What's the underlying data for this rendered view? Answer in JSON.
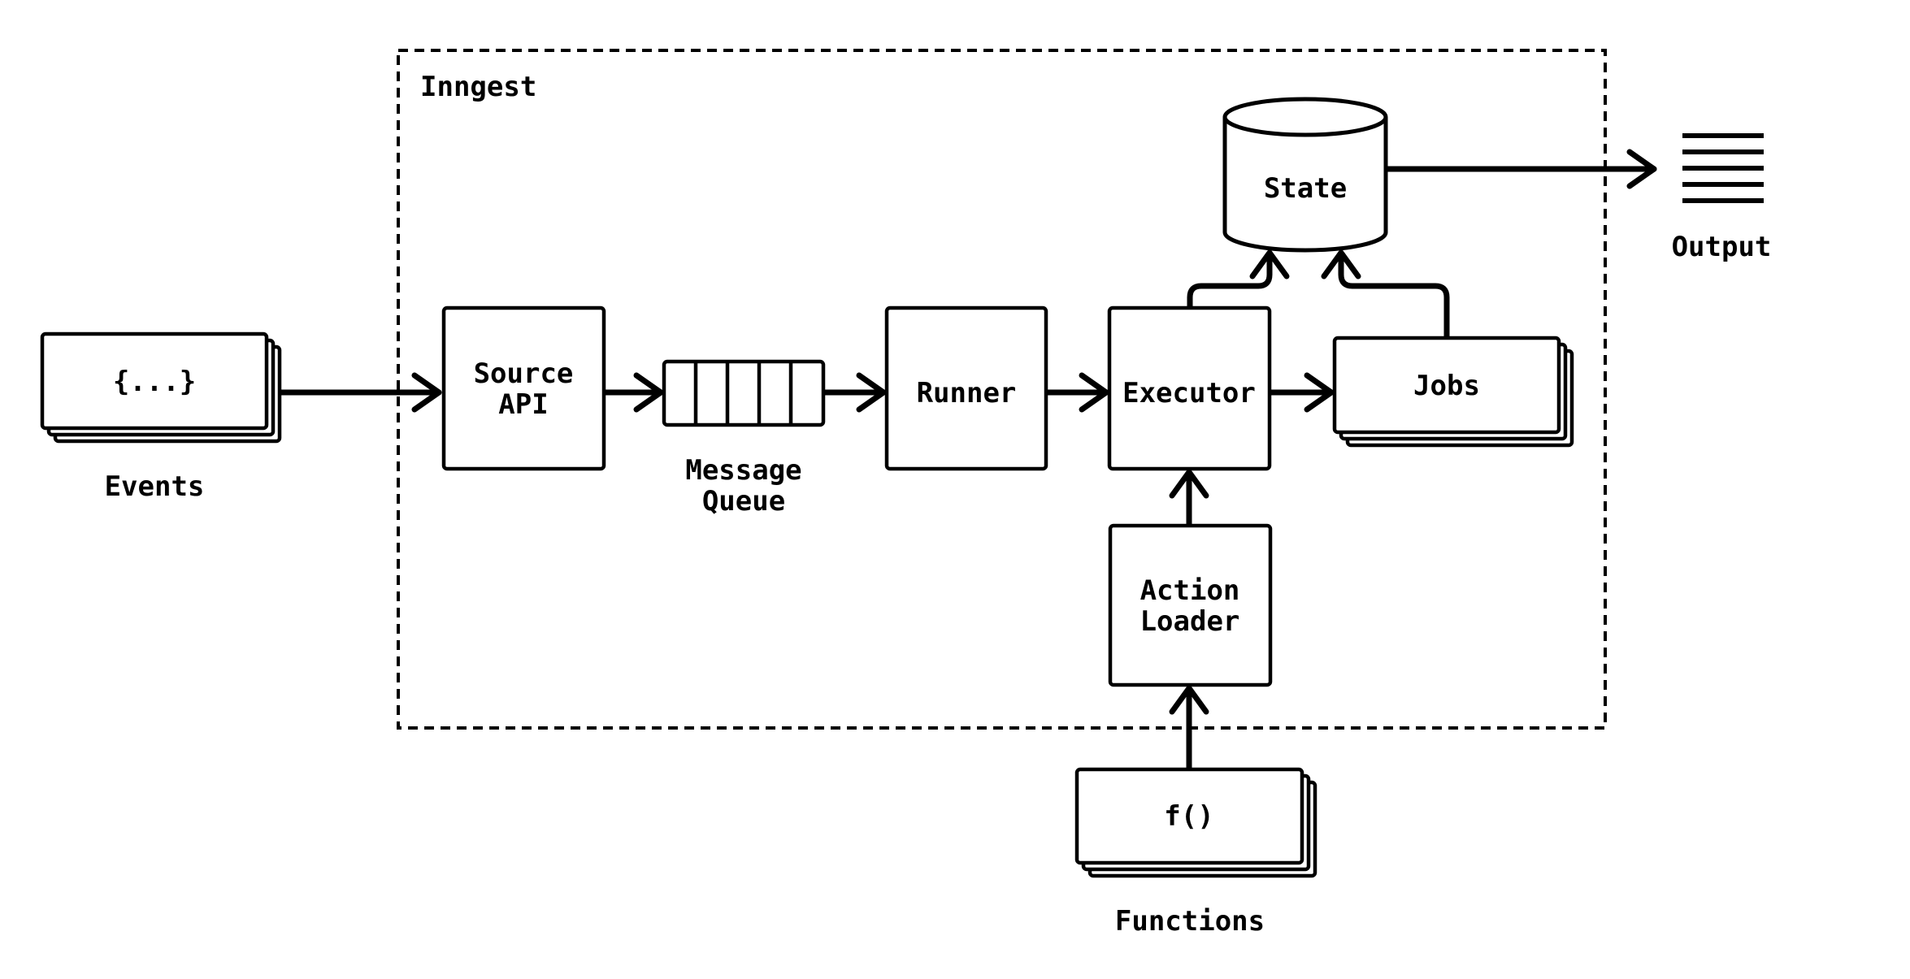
{
  "diagram": {
    "colors": {
      "stroke": "#000000",
      "background": "#ffffff"
    },
    "container": {
      "label": "Inngest"
    },
    "nodes": {
      "events": {
        "icon": "stacked-documents",
        "icon_text": "{...}",
        "caption": "Events"
      },
      "source_api": {
        "line1": "Source",
        "line2": "API"
      },
      "message_queue": {
        "icon": "segmented-queue",
        "cells": 5,
        "caption_line1": "Message",
        "caption_line2": "Queue"
      },
      "runner": {
        "label": "Runner"
      },
      "executor": {
        "label": "Executor"
      },
      "jobs": {
        "icon": "stacked-documents",
        "label": "Jobs"
      },
      "state": {
        "icon": "database-cylinder",
        "label": "State"
      },
      "action_loader": {
        "line1": "Action",
        "line2": "Loader"
      },
      "functions": {
        "icon": "stacked-documents",
        "icon_text": "f()",
        "caption": "Functions"
      },
      "output": {
        "icon": "horizontal-lines",
        "lines": 5,
        "caption": "Output"
      }
    }
  }
}
